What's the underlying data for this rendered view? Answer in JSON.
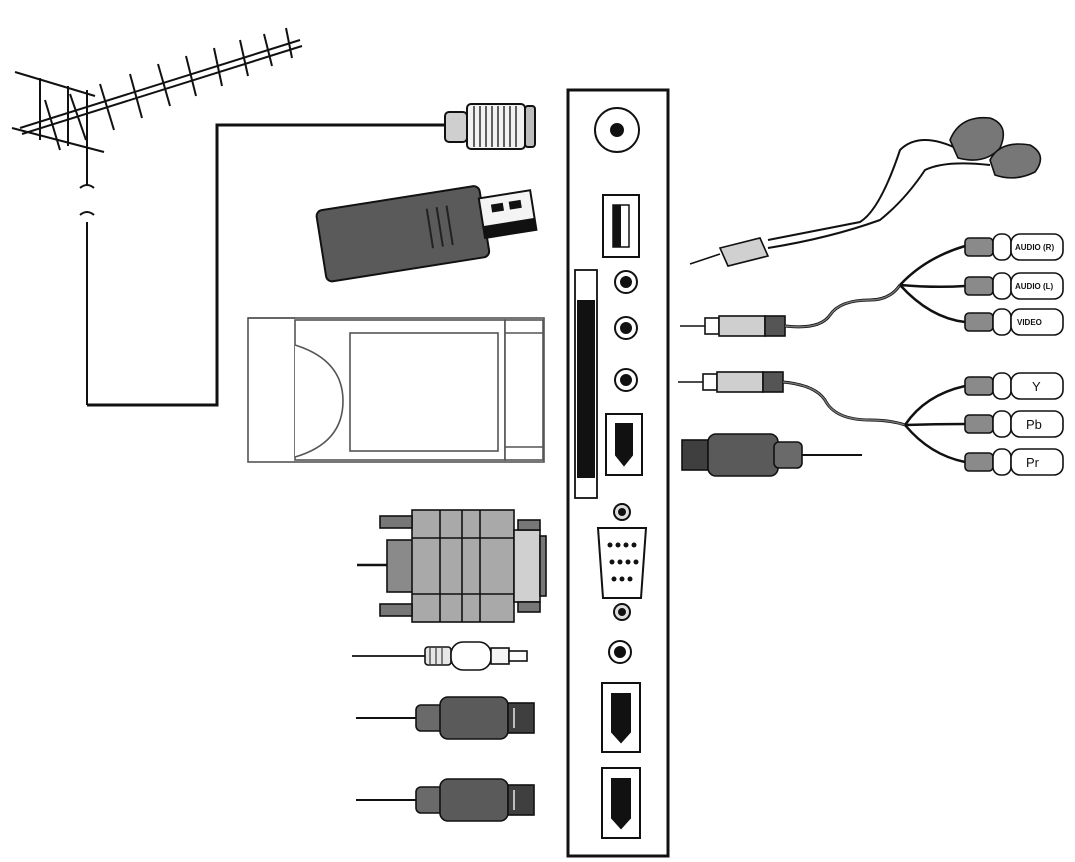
{
  "labels": {
    "audio_r": "AUDIO (R)",
    "audio_l": "AUDIO (L)",
    "video": "VIDEO",
    "y": "Y",
    "pb": "Pb",
    "pr": "Pr"
  },
  "colors": {
    "line": "#111111",
    "dark_fill": "#555555",
    "mid_fill": "#8a8a8a",
    "light_fill": "#d9d9d9",
    "background": "#ffffff"
  },
  "icons": [
    "antenna-icon",
    "rf-plug-icon",
    "usb-stick-icon",
    "ci-module-icon",
    "vga-plug-icon",
    "rca-plug-icon",
    "hdmi-plug-icon",
    "earphones-icon",
    "av-cable-icon",
    "component-cable-icon",
    "tv-rear-panel-icon"
  ]
}
